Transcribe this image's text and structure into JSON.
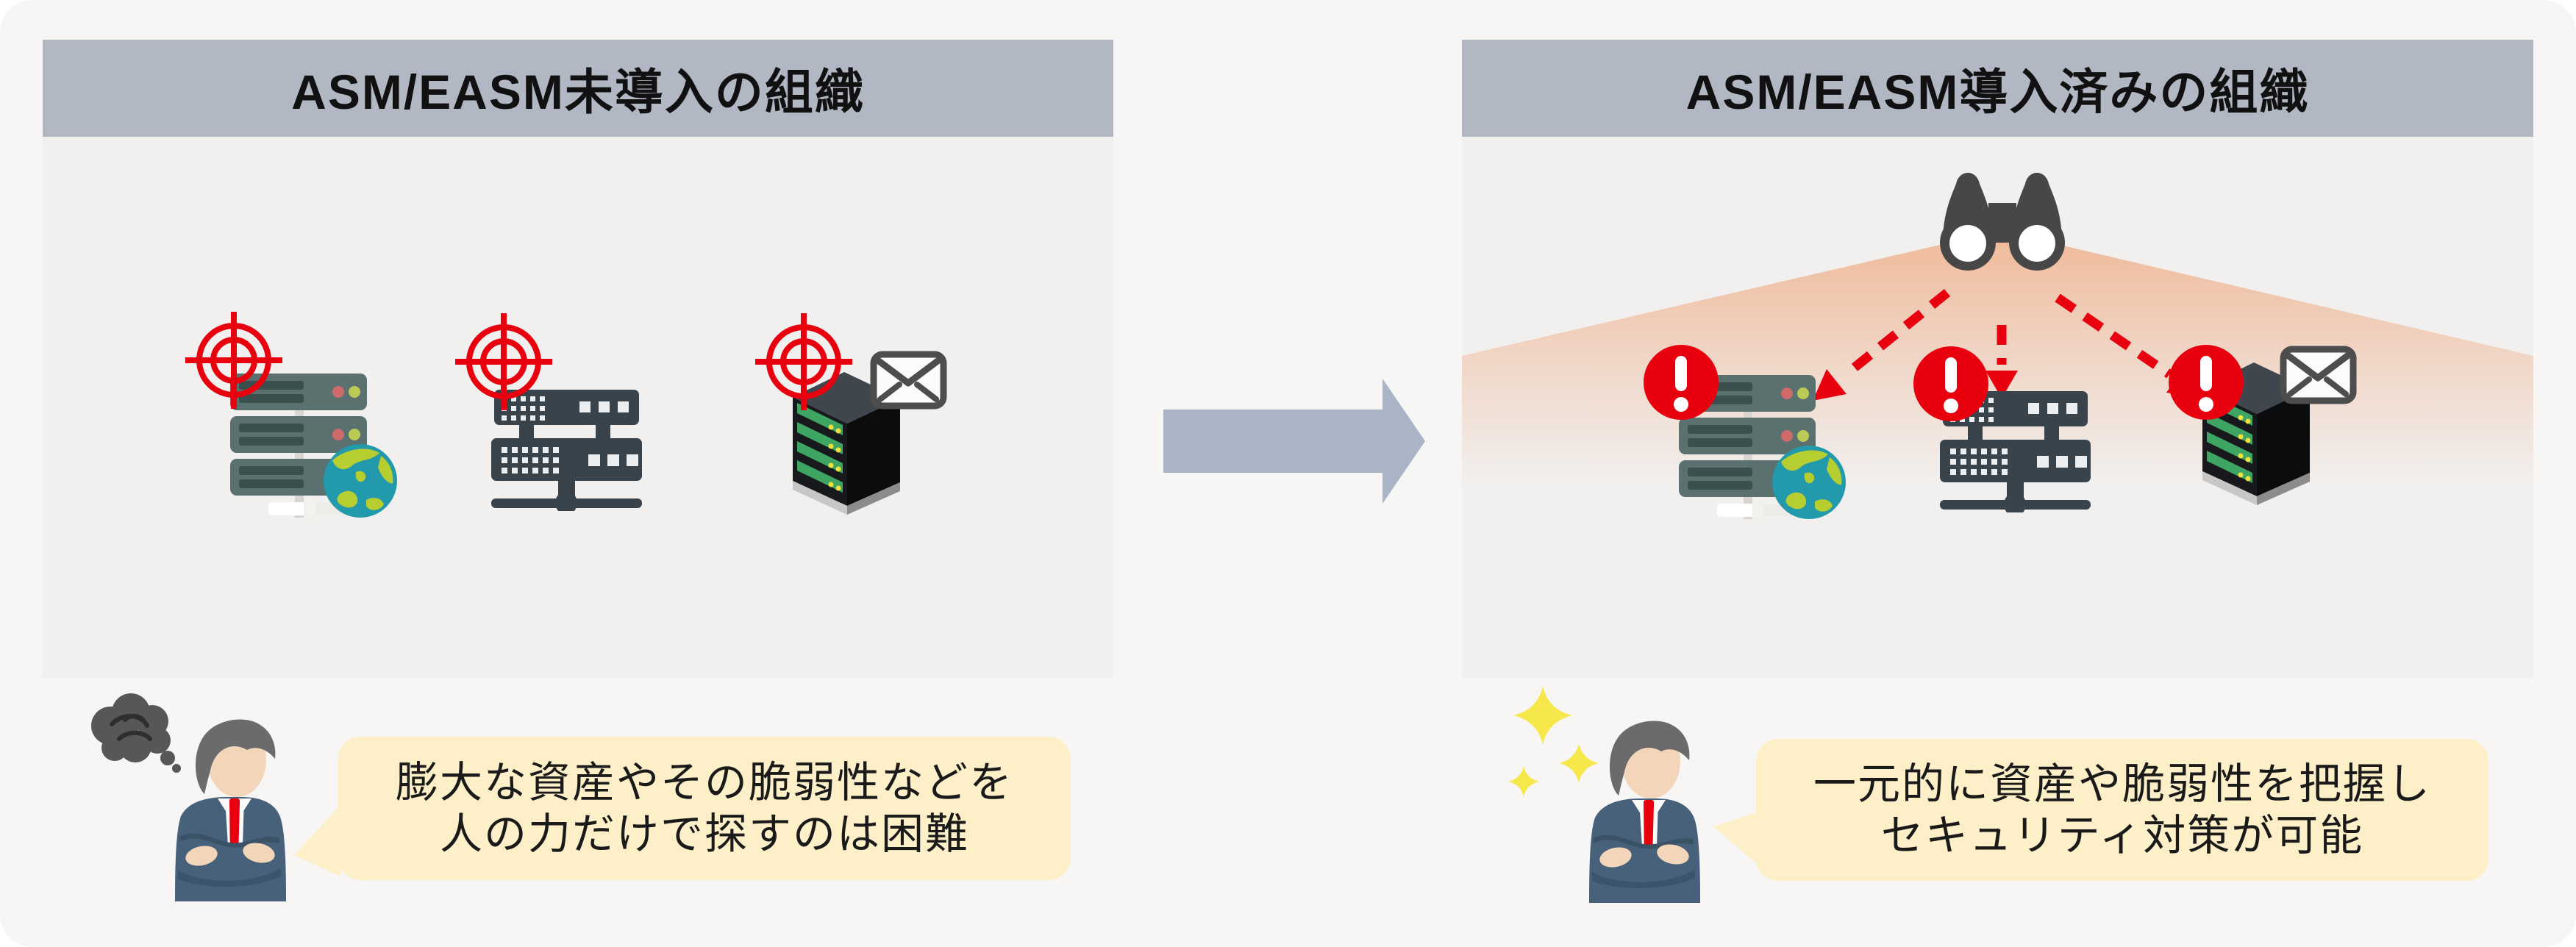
{
  "panels": {
    "left": {
      "title": "ASM/EASM未導入の組織",
      "speech_line1": "膨大な資産やその脆弱性などを",
      "speech_line2": "人の力だけで探すのは困難"
    },
    "right": {
      "title": "ASM/EASM導入済みの組織",
      "speech_line1": "一元的に資産や脆弱性を把握し",
      "speech_line2": "セキュリティ対策が可能"
    }
  },
  "icons": {
    "crosshair-target-icon": "red attack-target crosshair over exposed asset",
    "rack-server-icon": "teal rack server with status LEDs",
    "globe-icon": "earth globe (internet-facing asset)",
    "network-server-icon": "dark network server with connection bar",
    "tower-server-icon": "black tower server (mail server)",
    "mail-envelope-icon": "mail envelope",
    "binoculars-icon": "binoculars continuously monitoring assets",
    "surveillance-beam": "peach light cone from binoculars",
    "dashed-monitoring-arrow-icon": "red dashed arrow from binoculars to asset",
    "alert-badge-icon": "red circle with white exclamation mark",
    "transition-arrow-icon": "large gray arrow from left state to right state",
    "thought-cloud-icon": "dark scribble cloud (frustration)",
    "sparkle-icon": "yellow four-point sparkles (relief)",
    "person-icon": "businessman with crossed arms, navy suit, red tie"
  },
  "theme": {
    "canvas_bg": "#F7F6F5",
    "panel_bg": "#F1F0EF",
    "header_bg": "#B1B7C3",
    "header_text": "#111111",
    "bubble_bg": "#FDEFC8",
    "bubble_text": "#1A1A1A",
    "alert_red": "#E8000F",
    "beam_peach": "#F0B694",
    "transition_arrow": "#A9B4C6",
    "sparkle_yellow": "#F6E84B",
    "suit_navy": "#47617B",
    "skin_tone": "#F3D6BA",
    "server_teal": "#5A7170",
    "server_slate": "#39434C",
    "server_black": "#17191D",
    "globe_sea": "#2399AC",
    "globe_land": "#B7CE30",
    "icon_gray": "#474747"
  }
}
